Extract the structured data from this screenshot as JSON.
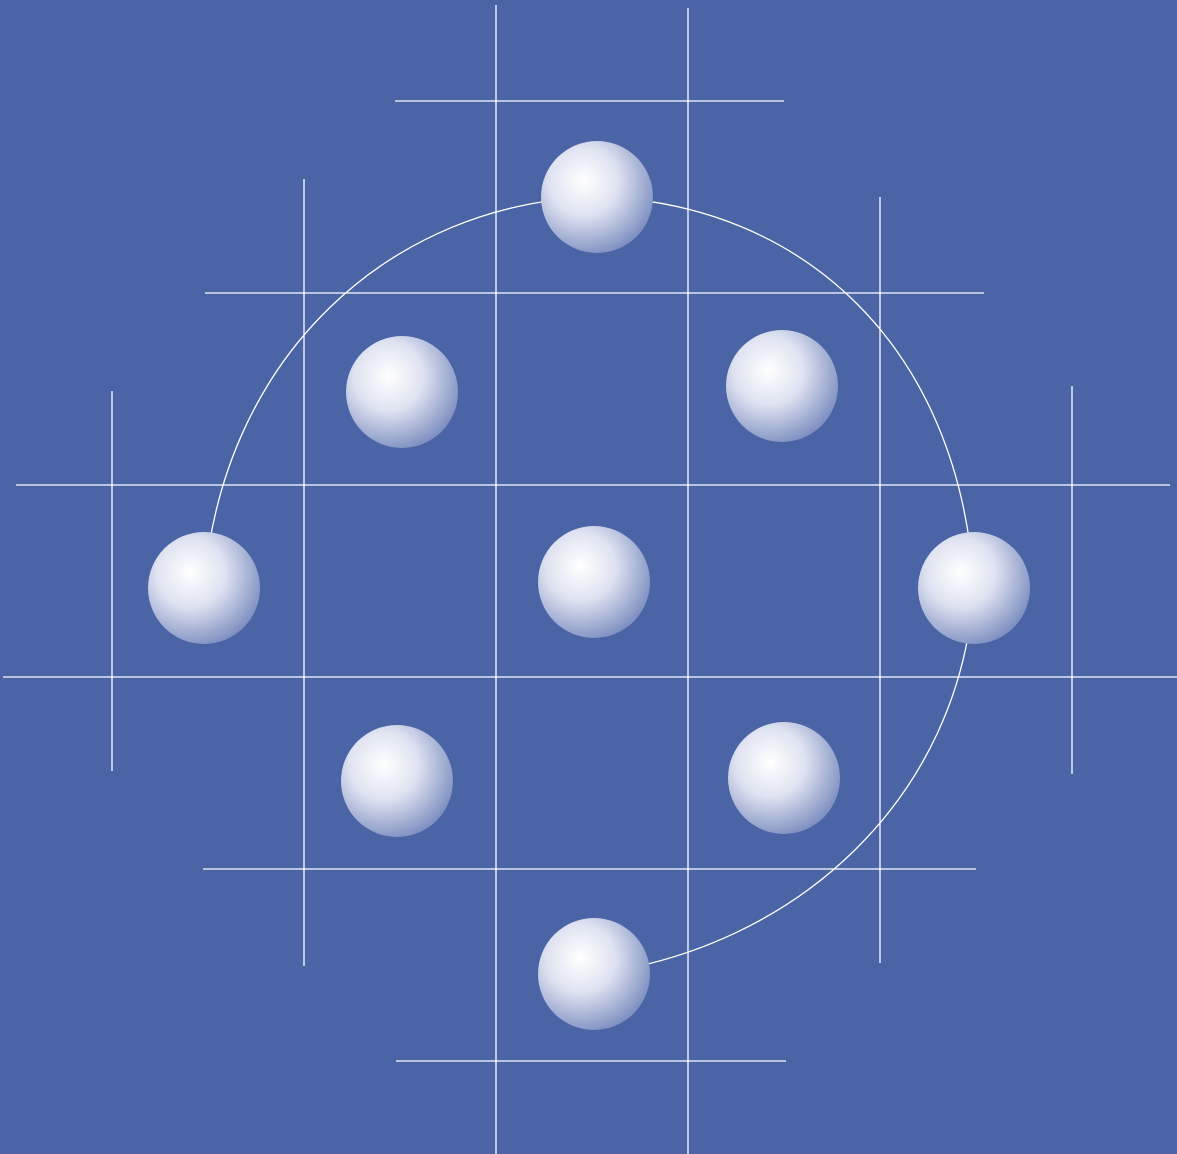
{
  "diagram": {
    "background_color": "#4b64a6",
    "line_color": "#ffffff",
    "sphere_highlight_color": "#ffffff",
    "sphere_shadow_color": "#7d8ec0",
    "node_count": 9,
    "nodes": [
      {
        "id": "top"
      },
      {
        "id": "upper-left"
      },
      {
        "id": "upper-right"
      },
      {
        "id": "left"
      },
      {
        "id": "center"
      },
      {
        "id": "right"
      },
      {
        "id": "lower-left"
      },
      {
        "id": "lower-right"
      },
      {
        "id": "bottom"
      }
    ]
  }
}
